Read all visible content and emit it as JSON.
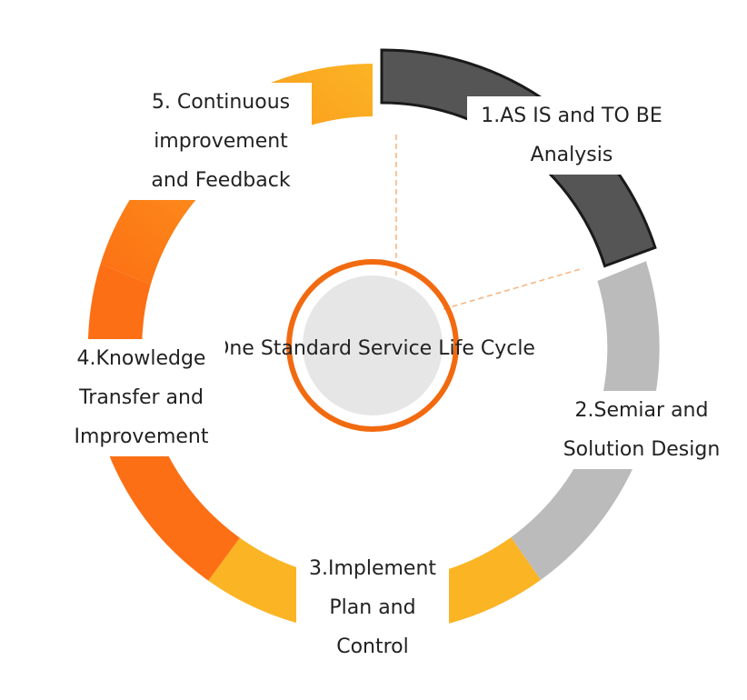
{
  "center": {
    "title": "One Standard Service Life Cycle"
  },
  "stages": [
    {
      "lines": [
        "1.AS IS and TO BE",
        "Analysis"
      ],
      "color": "#555555"
    },
    {
      "lines": [
        "2.Semiar and",
        "Solution Design"
      ],
      "color": "#bbbbbb"
    },
    {
      "lines": [
        "3.Implement",
        "Plan and",
        "Control"
      ],
      "color": "#fbb424"
    },
    {
      "lines": [
        "4.Knowledge",
        "Transfer and",
        "Improvement"
      ],
      "color": "#fc6f14"
    },
    {
      "lines": [
        "5. Continuous",
        "improvement",
        "and Feedback"
      ],
      "color": "#fb8a18"
    }
  ],
  "colors": {
    "ring_accent": "#f26a10",
    "hub_fill": "#e6e6e6",
    "leader_line": "#f5b27a"
  }
}
